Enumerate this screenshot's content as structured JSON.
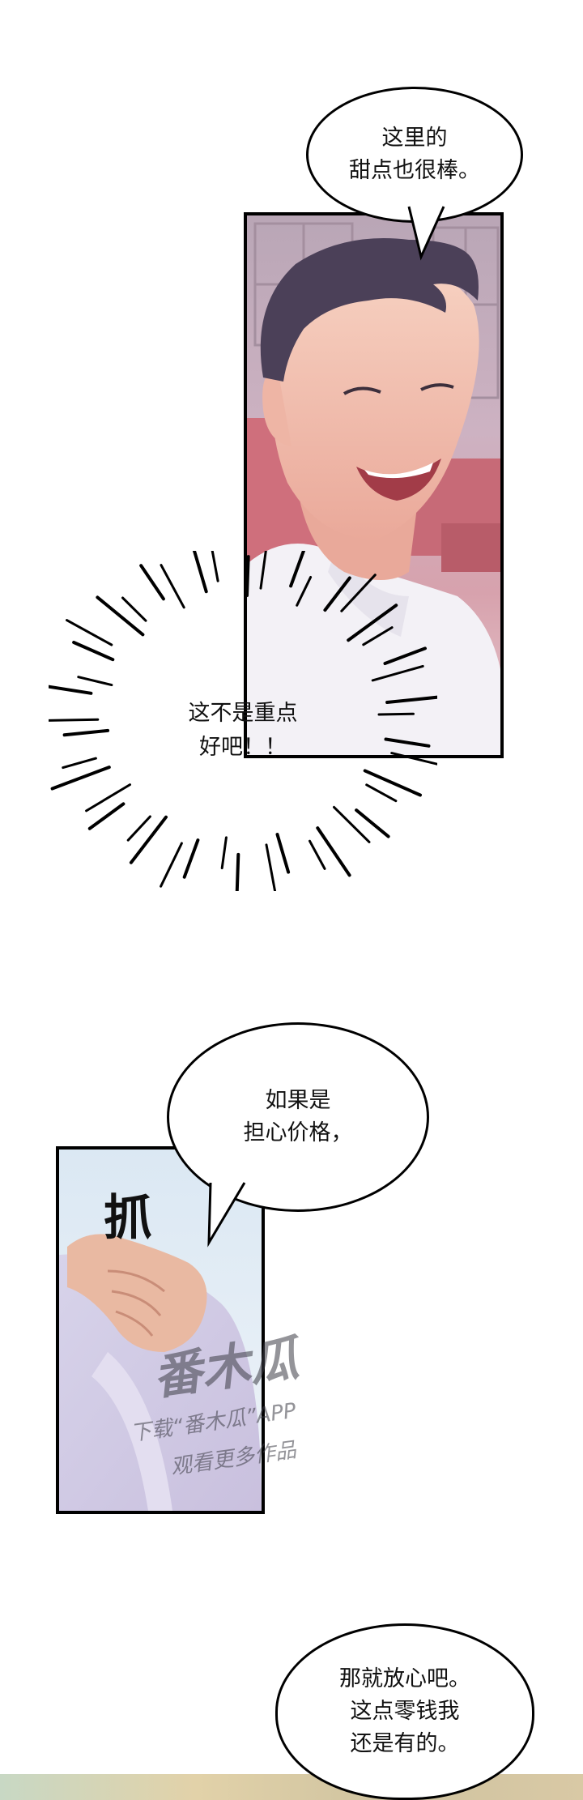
{
  "bubbles": {
    "dessert": {
      "lines": [
        "这里的",
        "甜点也很棒。"
      ]
    },
    "burst": {
      "lines": [
        "这不是重点",
        "好吧！！"
      ]
    },
    "price": {
      "lines": [
        "如果是",
        "担心价格，"
      ]
    },
    "relax": {
      "lines": [
        "那就放心吧。",
        "这点零钱我",
        "还是有的。"
      ]
    }
  },
  "sfx": {
    "grab": "抓"
  },
  "watermark": {
    "logo": "番木瓜",
    "line1": "下载“番木瓜”APP",
    "line2": "观看更多作品"
  }
}
